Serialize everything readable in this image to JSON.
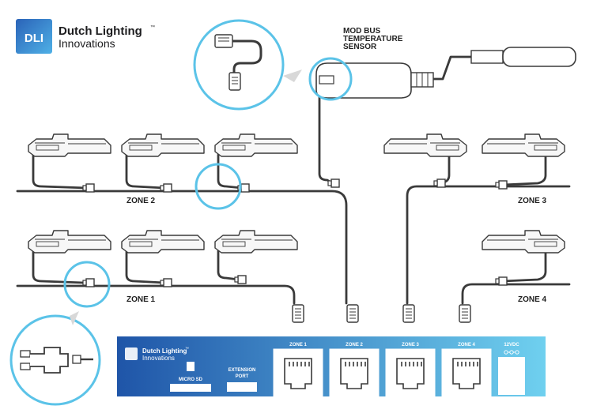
{
  "brand": {
    "logo_text": "DLI",
    "name": "Dutch Lighting",
    "trademark": "™",
    "sub": "Innovations"
  },
  "sensor": {
    "label_lines": [
      "MOD BUS",
      "TEMPERATURE",
      "SENSOR"
    ]
  },
  "zones": {
    "zone1": "ZONE 1",
    "zone2": "ZONE 2",
    "zone3": "ZONE 3",
    "zone4": "ZONE 4"
  },
  "controller": {
    "brand_name": "Dutch Lighting",
    "brand_tm": "™",
    "brand_sub": "Innovations",
    "micro_sd": "MICRO SD",
    "extension_lines": [
      "EXTENSION",
      "PORT"
    ],
    "ports": [
      "ZONE 1",
      "ZONE 2",
      "ZONE 3",
      "ZONE 4"
    ],
    "power": "12VDC",
    "colors": {
      "gradient_start": "#1f55a8",
      "gradient_end": "#6fd0ef"
    }
  },
  "colors": {
    "accent_circle": "#5bc3e8",
    "cable": "#3a3a3a"
  }
}
